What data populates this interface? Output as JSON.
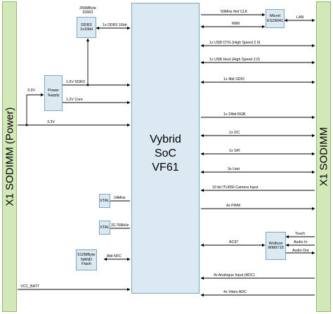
{
  "soc": {
    "line1": "Vybrid",
    "line2": "SoC",
    "line3": "VF61"
  },
  "left_sodimm": {
    "label": "X1 SODIMM (Power)"
  },
  "right_sodimm": {
    "label": "X1 SODIMM"
  },
  "ddr3": {
    "caption_line1": "256MByte",
    "caption_line2": "DDR3",
    "box_line1": "DDR3",
    "box_line2": "1x16bit",
    "bus": "1x DDR3 16bit"
  },
  "power": {
    "box_line1": "Power",
    "box_line2": "Supply",
    "input": "3.3V",
    "out_ddr3": "1.5V DDR3",
    "out_core": "1.2V Core",
    "rail": "3.3V"
  },
  "xtal1": {
    "label": "XTAL",
    "freq": "24MHz"
  },
  "xtal2": {
    "label": "XTAL",
    "freq": "32.768kHz"
  },
  "nand": {
    "line1": "512MByte",
    "line2": "NAND",
    "line3": "Flash",
    "bus": "8bit NFC"
  },
  "vcc_batt": "VCC_BATT",
  "micrel": {
    "line1": "Micrel",
    "line2": "KSZ8041",
    "refclk": "50MHz Ref CLK",
    "rmii": "RMII",
    "lan": "LAN"
  },
  "wolfson": {
    "line1": "Wolfson",
    "line2": "WM9715",
    "ac97": "AC97",
    "touch": "Touch",
    "audio_in": "Audio In",
    "audio_out": "Audio Out"
  },
  "signals": [
    "1x USB OTG (High Speed 2.0)",
    "1x USB Host (High Speed 2.0)",
    "1x 4bit SDIO",
    "1x 24bit RGB",
    "1x I2C",
    "1x SPI",
    "3x Uart",
    "10 bit ITU656 Camera Input",
    "4x PWM",
    "4x Analogue Input (ADC)",
    "4x Video ADC"
  ],
  "colors": {
    "box_fill": "#dbe9f3",
    "box_border": "#7fa4c2",
    "sodimm_fill": "#d3e8b8",
    "sodimm_border": "#8fb56a",
    "wire": "#000000"
  }
}
